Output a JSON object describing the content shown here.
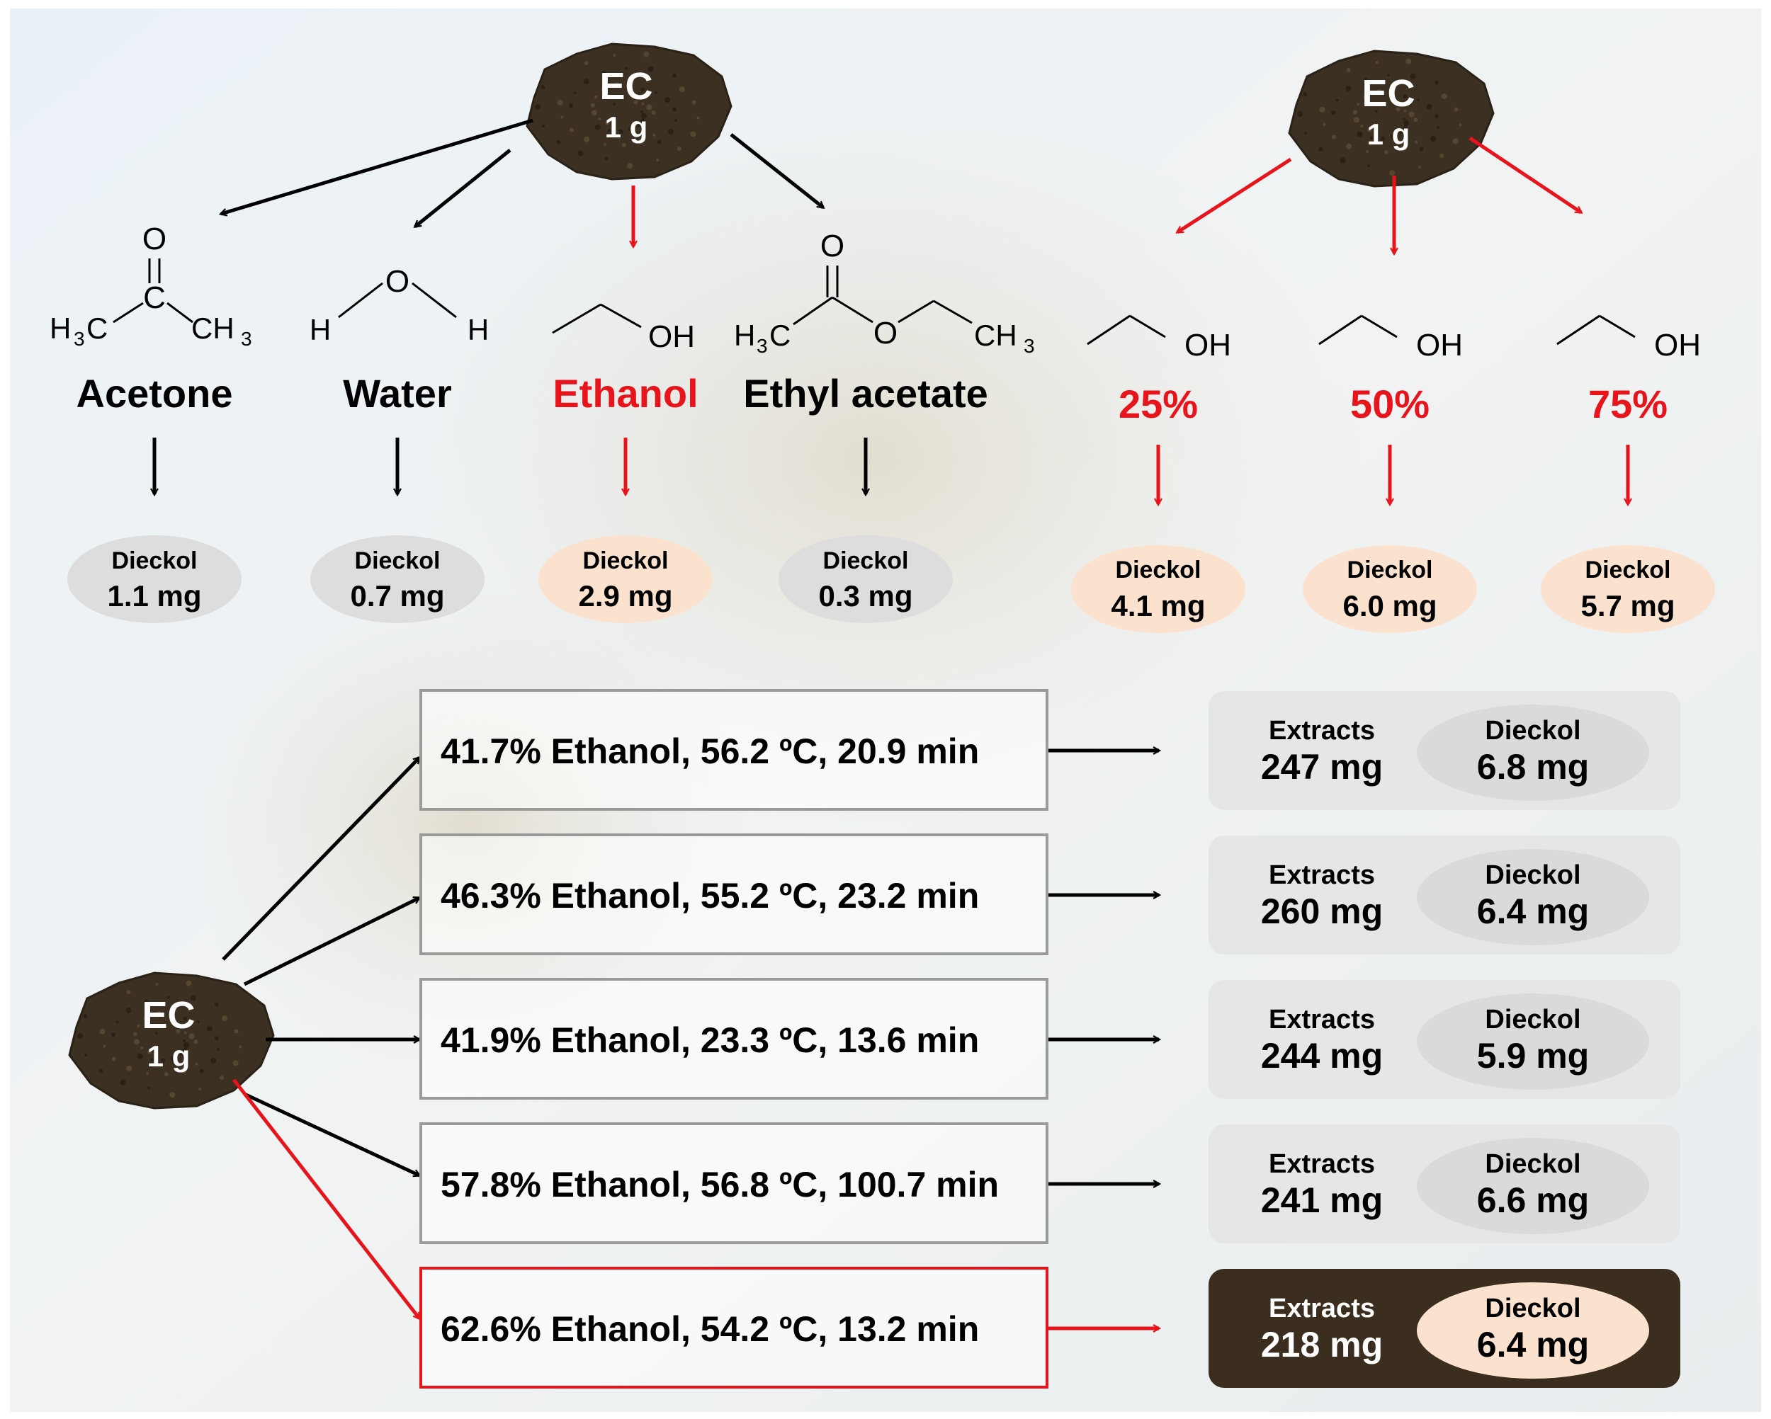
{
  "source_label": {
    "name": "EC",
    "mass": "1 g"
  },
  "solvents": [
    {
      "id": "acetone",
      "name": "Acetone",
      "dieckol_label": "Dieckol",
      "dieckol": "1.1 mg",
      "highlight": false
    },
    {
      "id": "water",
      "name": "Water",
      "dieckol_label": "Dieckol",
      "dieckol": "0.7 mg",
      "highlight": false
    },
    {
      "id": "ethanol",
      "name": "Ethanol",
      "dieckol_label": "Dieckol",
      "dieckol": "2.9 mg",
      "highlight": true
    },
    {
      "id": "ethyl-acetate",
      "name": "Ethyl acetate",
      "dieckol_label": "Dieckol",
      "dieckol": "0.3 mg",
      "highlight": false
    }
  ],
  "structure_atoms": {
    "acetone": {
      "o": "O",
      "c": "C",
      "left_h": "H",
      "left_sub": "3",
      "left_c": "C",
      "right_c": "CH",
      "right_sub": "3"
    },
    "water": {
      "h1": "H",
      "o": "O",
      "h2": "H"
    },
    "ethanol": {
      "oh": "OH"
    },
    "ethyl_acetate": {
      "o_top": "O",
      "o_mid": "O",
      "left_h": "H",
      "left_sub": "3",
      "left_c": "C",
      "right_c": "CH",
      "right_sub": "3"
    }
  },
  "concentrations": [
    {
      "id": "25",
      "label": "25%",
      "oh": "OH",
      "dieckol_label": "Dieckol",
      "dieckol": "4.1 mg"
    },
    {
      "id": "50",
      "label": "50%",
      "oh": "OH",
      "dieckol_label": "Dieckol",
      "dieckol": "6.0 mg"
    },
    {
      "id": "75",
      "label": "75%",
      "oh": "OH",
      "dieckol_label": "Dieckol",
      "dieckol": "5.7 mg"
    }
  ],
  "conditions": [
    {
      "text": "41.7% Ethanol, 56.2 ºC, 20.9 min",
      "extracts_label": "Extracts",
      "extracts": "247 mg",
      "dieckol_label": "Dieckol",
      "dieckol": "6.8 mg",
      "highlight": false
    },
    {
      "text": "46.3% Ethanol, 55.2 ºC, 23.2 min",
      "extracts_label": "Extracts",
      "extracts": "260 mg",
      "dieckol_label": "Dieckol",
      "dieckol": "6.4 mg",
      "highlight": false
    },
    {
      "text": "41.9% Ethanol, 23.3 ºC, 13.6 min",
      "extracts_label": "Extracts",
      "extracts": "244 mg",
      "dieckol_label": "Dieckol",
      "dieckol": "5.9 mg",
      "highlight": false
    },
    {
      "text": "57.8% Ethanol, 56.8 ºC, 100.7 min",
      "extracts_label": "Extracts",
      "extracts": "241 mg",
      "dieckol_label": "Dieckol",
      "dieckol": "6.6 mg",
      "highlight": false
    },
    {
      "text": "62.6% Ethanol, 54.2 ºC, 13.2 min",
      "extracts_label": "Extracts",
      "extracts": "218 mg",
      "dieckol_label": "Dieckol",
      "dieckol": "6.4 mg",
      "highlight": true
    }
  ],
  "colors": {
    "red": "#e8141c",
    "black": "#000000",
    "powder": "#3b3022",
    "grey_ellipse": "#dddddd",
    "peach_ellipse": "#fbe2cf",
    "result_box": "#e6e6e6",
    "result_box_highlight": "#3b2e1e",
    "condition_border": "#9a9a9a"
  }
}
